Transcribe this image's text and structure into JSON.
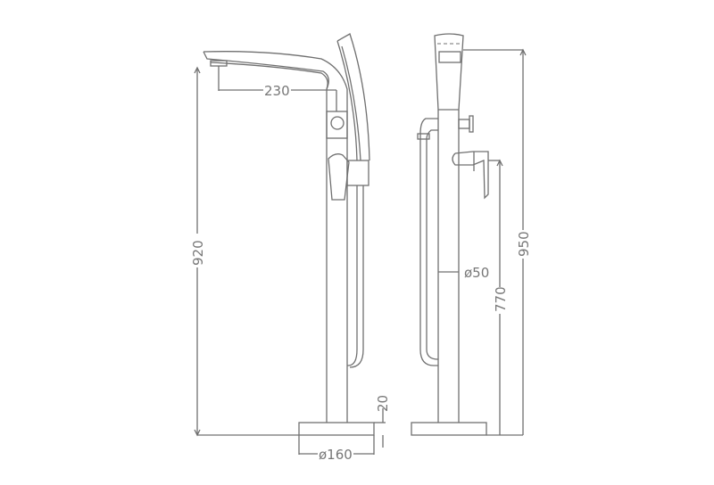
{
  "drawing": {
    "title": "Freestanding bathtub faucet technical drawing",
    "line_color": "#707070",
    "views": [
      {
        "name": "side-view",
        "label": ""
      },
      {
        "name": "front-view",
        "label": ""
      }
    ],
    "dimensions": {
      "spout_reach": "230",
      "overall_height_side": "920",
      "base_height": "20",
      "base_diameter": "ø160",
      "pipe_diameter": "ø50",
      "handle_height": "770",
      "overall_height_front": "950"
    }
  }
}
